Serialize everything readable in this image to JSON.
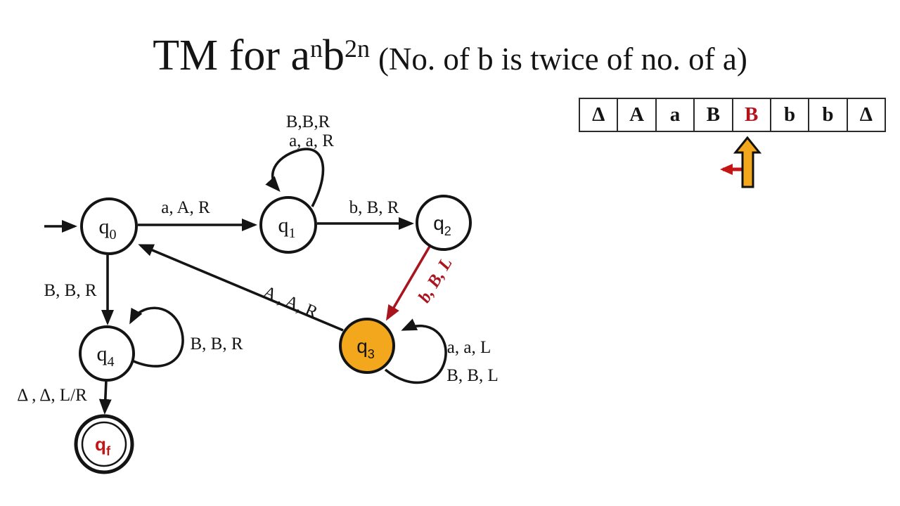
{
  "colors": {
    "bg": "#ffffff",
    "ink": "#141414",
    "red": "#a9141f",
    "red2": "#c41414",
    "orange": "#f2a71c",
    "tape-red": "#b5121b"
  },
  "title": {
    "main": "TM for a",
    "sup1": "n",
    "mid": "b",
    "sup2": "2n",
    "paren": "(No. of b is twice of no. of a)"
  },
  "tape": {
    "cells": [
      {
        "char": "Δ",
        "state": "normal"
      },
      {
        "char": "A",
        "state": "normal"
      },
      {
        "char": "a",
        "state": "normal"
      },
      {
        "char": "B",
        "state": "normal"
      },
      {
        "char": "B",
        "state": "head"
      },
      {
        "char": "b",
        "state": "normal"
      },
      {
        "char": "b",
        "state": "normal"
      },
      {
        "char": "Δ",
        "state": "normal"
      }
    ],
    "head": {
      "cell_symbol": "B",
      "move_direction": "left"
    }
  },
  "icons": {
    "tape_head": "up-arrow",
    "move_direction": "left-arrow"
  },
  "states": [
    {
      "id": "q0",
      "base": "q",
      "sub": "0",
      "kind": "start"
    },
    {
      "id": "q1",
      "base": "q",
      "sub": "1",
      "kind": "normal"
    },
    {
      "id": "q2",
      "base": "q",
      "sub": "2",
      "kind": "normal"
    },
    {
      "id": "q3",
      "base": "q",
      "sub": "3",
      "kind": "current"
    },
    {
      "id": "q4",
      "base": "q",
      "sub": "4",
      "kind": "normal"
    },
    {
      "id": "qf",
      "base": "q",
      "sub": "f",
      "kind": "final"
    }
  ],
  "transitions": {
    "q0_q1": "a, A, R",
    "q1_loop_line1": "B,B,R",
    "q1_loop_line2": "a, a, R",
    "q1_q2": "b, B, R",
    "q2_q3": "b, B, L",
    "q3_loop_line1": "a, a, L",
    "q3_loop_line2": "B, B, L",
    "q3_q0": "A , A, R",
    "q0_q4": "B, B, R",
    "q4_loop": "B, B, R",
    "q4_qf": "Δ , Δ, L/R"
  }
}
